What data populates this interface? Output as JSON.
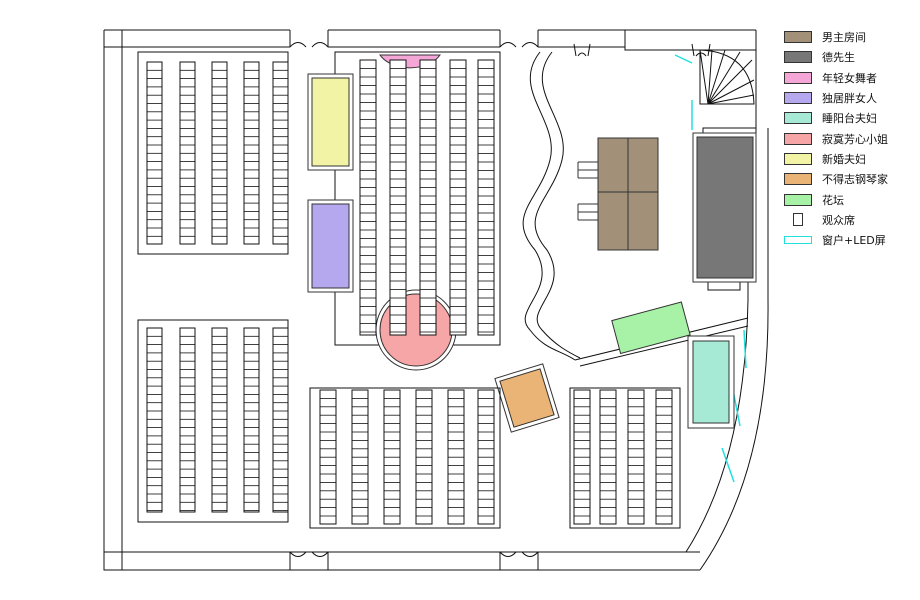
{
  "legend": {
    "items": [
      {
        "label": "男主房间",
        "color": "#a29078"
      },
      {
        "label": "德先生",
        "color": "#777777"
      },
      {
        "label": "年轻女舞者",
        "color": "#f4a6d7"
      },
      {
        "label": "独居胖女人",
        "color": "#b6a8ef"
      },
      {
        "label": "睡阳台夫妇",
        "color": "#a6ead6"
      },
      {
        "label": "寂寞芳心小姐",
        "color": "#f6a6a6"
      },
      {
        "label": "新婚夫妇",
        "color": "#f3f3a6"
      },
      {
        "label": "不得志钢琴家",
        "color": "#e9b476"
      },
      {
        "label": "花坛",
        "color": "#a8f2a8"
      },
      {
        "label": "观众席",
        "kind": "seat"
      },
      {
        "label": "窗户+LED屏",
        "kind": "window"
      }
    ]
  },
  "colors": {
    "wall": "#111111",
    "window": "#22e0e0",
    "seat_fill": "#ffffff"
  }
}
